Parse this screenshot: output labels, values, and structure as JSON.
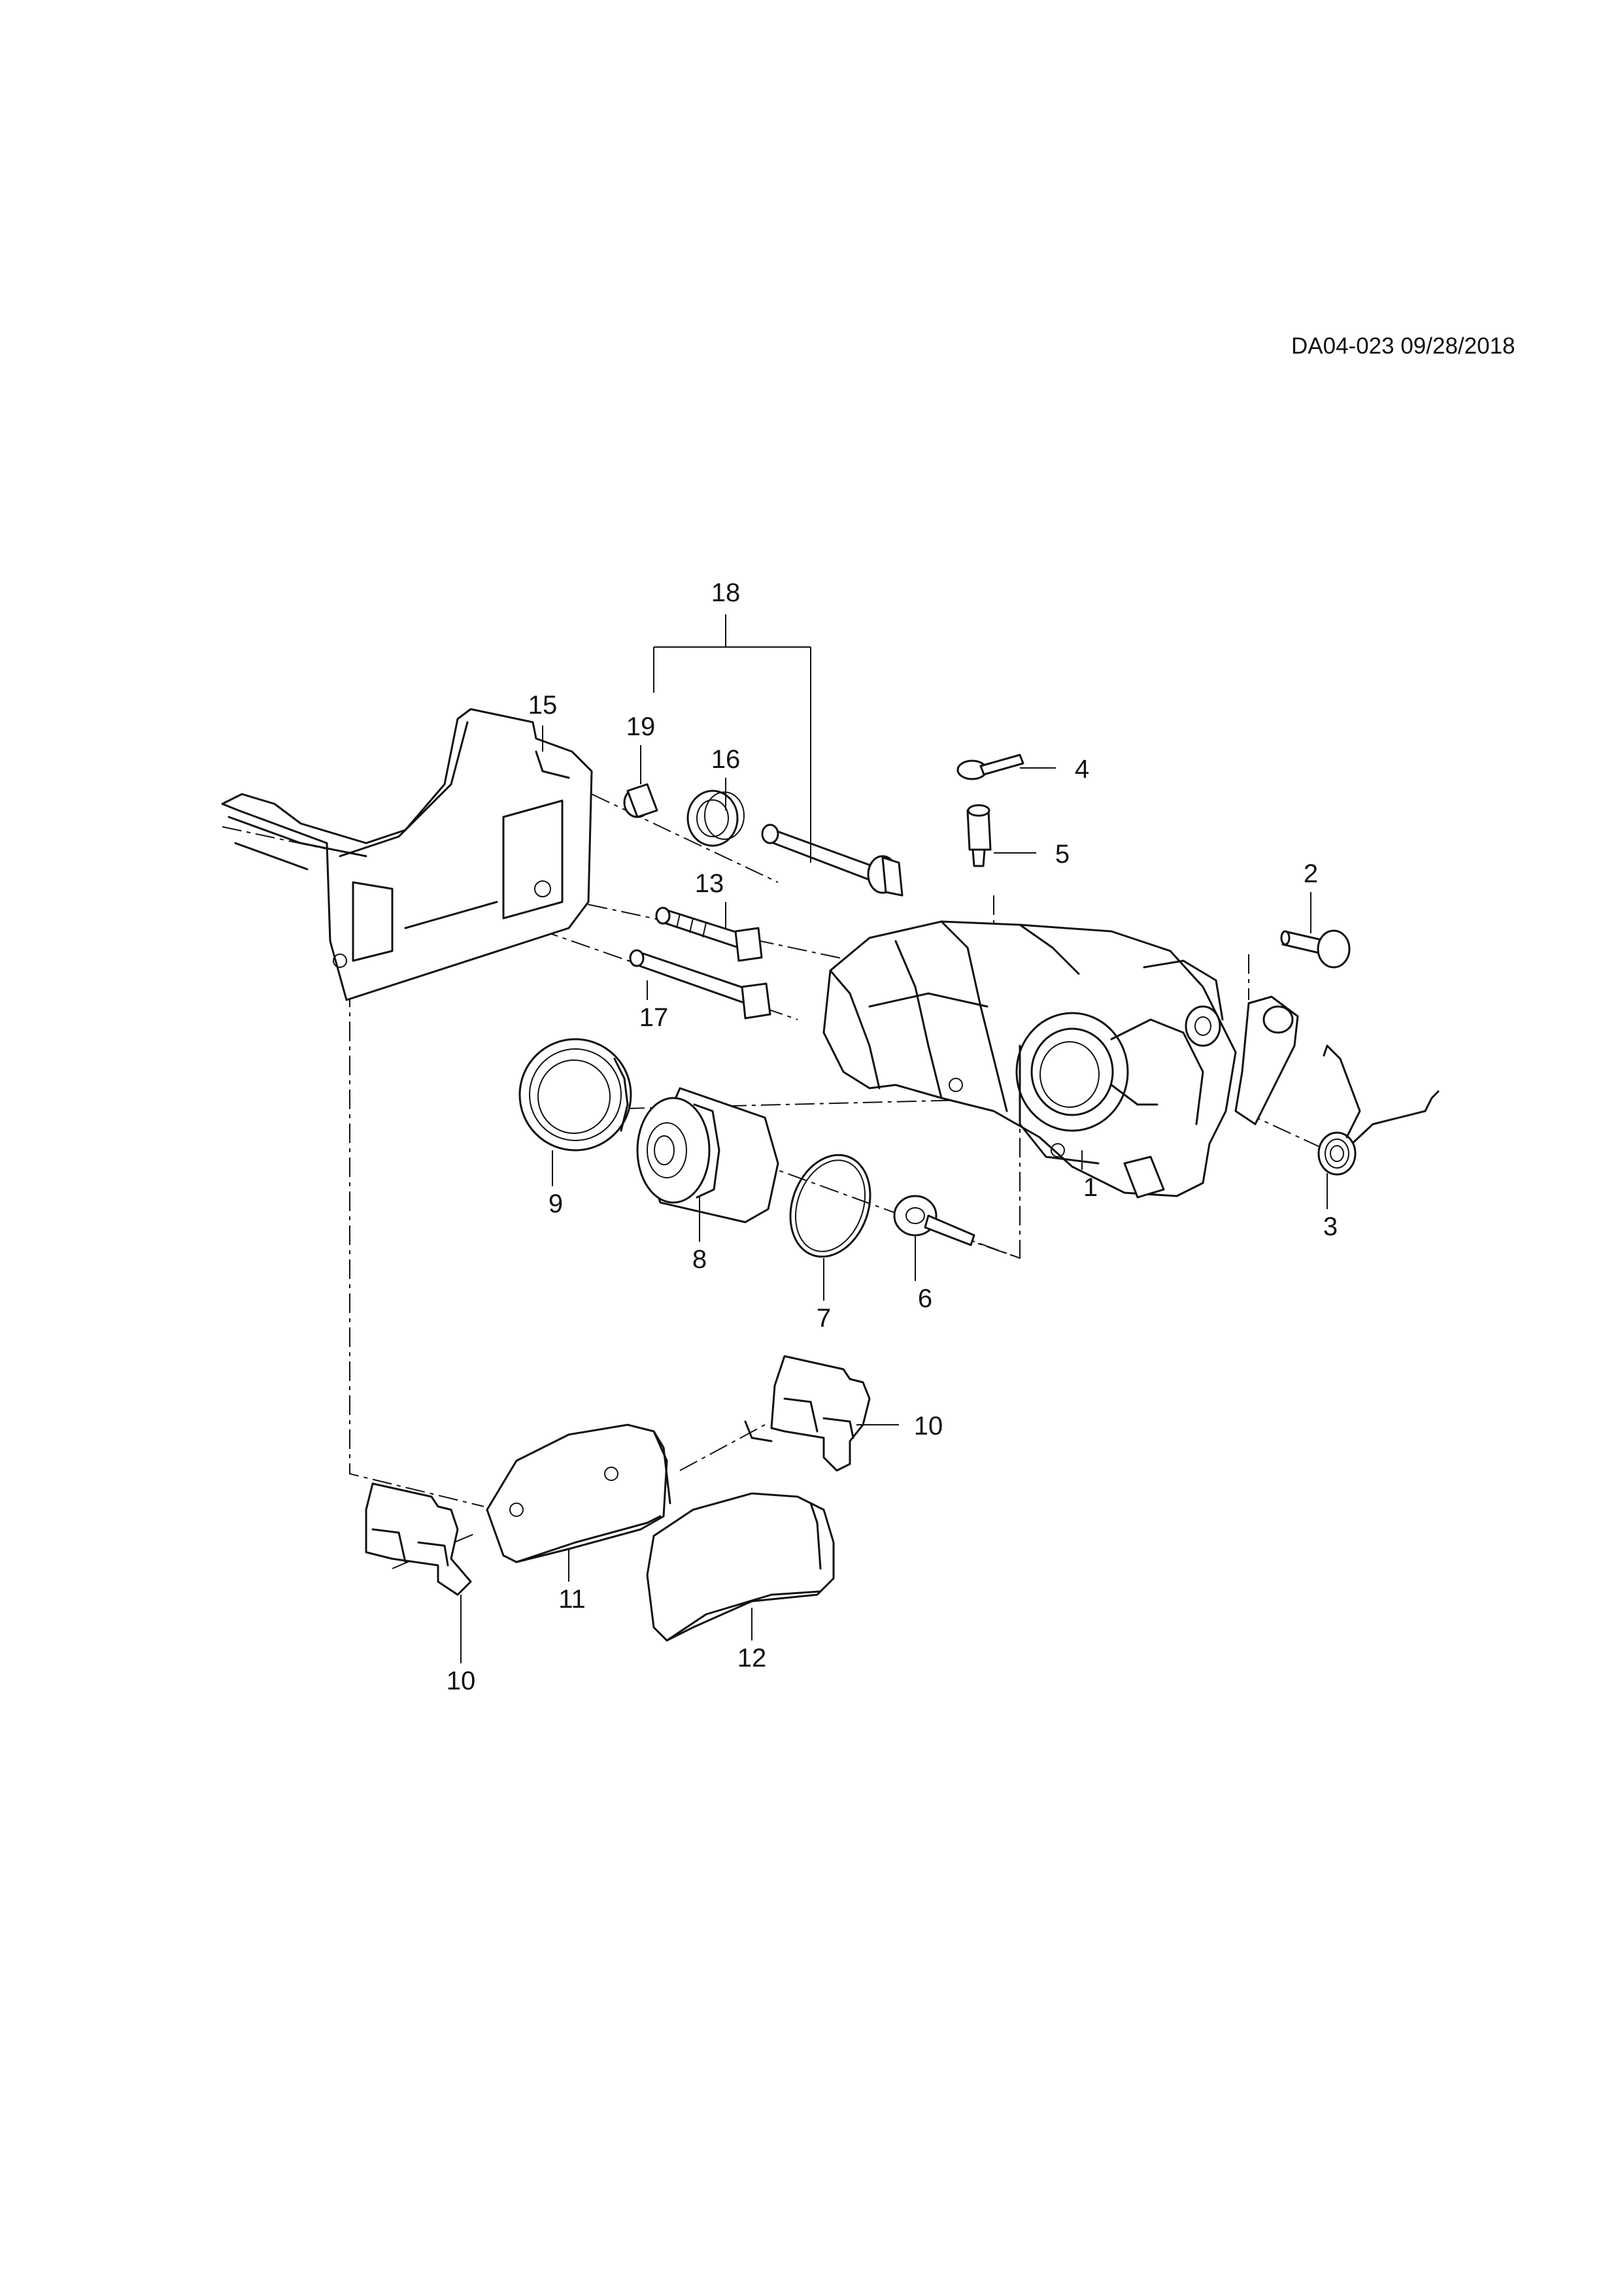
{
  "document_code": "DA04-023 09/28/2018",
  "callouts": {
    "c1": "1",
    "c2": "2",
    "c3": "3",
    "c4": "4",
    "c5": "5",
    "c6": "6",
    "c7": "7",
    "c8": "8",
    "c9": "9",
    "c10a": "10",
    "c10b": "10",
    "c11": "11",
    "c12": "12",
    "c13": "13",
    "c15": "15",
    "c16": "16",
    "c17": "17",
    "c18": "18",
    "c19": "19"
  }
}
